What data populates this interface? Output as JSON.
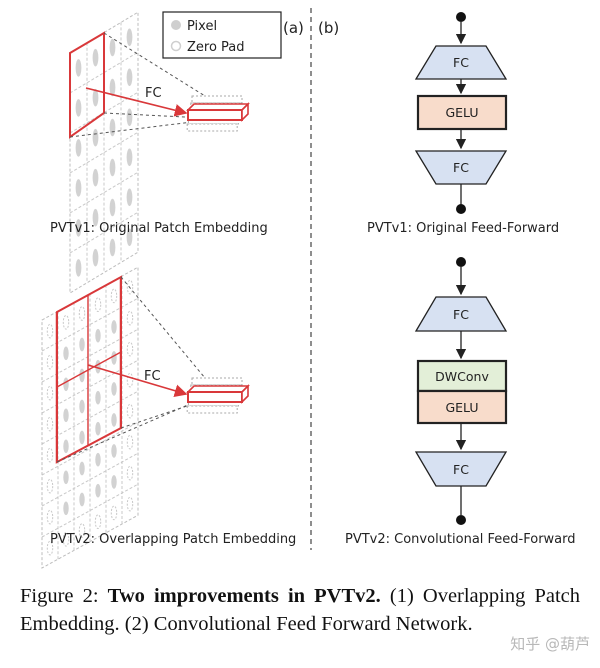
{
  "panel_a": {
    "tag": "(a)",
    "legend": {
      "pixel": "Pixel",
      "zero_pad": "Zero Pad"
    },
    "top_caption": "PVTv1: Original Patch Embedding",
    "bottom_caption": "PVTv2: Overlapping Patch Embedding",
    "fc_label": "FC"
  },
  "panel_b": {
    "tag": "(b)",
    "top_caption": "PVTv1: Original Feed-Forward",
    "bottom_caption": "PVTv2: Convolutional Feed-Forward",
    "top": {
      "fc1": "FC",
      "gelu": "GELU",
      "fc2": "FC"
    },
    "bottom": {
      "fc1": "FC",
      "dwconv": "DWConv",
      "gelu": "GELU",
      "fc2": "FC"
    }
  },
  "colors": {
    "red": "#d9383a",
    "trapezoid_fill": "#d7e1f2",
    "gelu_fill": "#f8dccb",
    "dwconv_fill": "#e3efd8",
    "grid_dot": "#cfcfcf"
  },
  "caption": {
    "prefix": "Figure 2: ",
    "bold": "Two improvements in PVTv2.",
    "rest": " (1) Overlapping Patch Embedding. (2) Convolutional Feed Forward Network."
  },
  "watermark": "知乎 @葫芦"
}
